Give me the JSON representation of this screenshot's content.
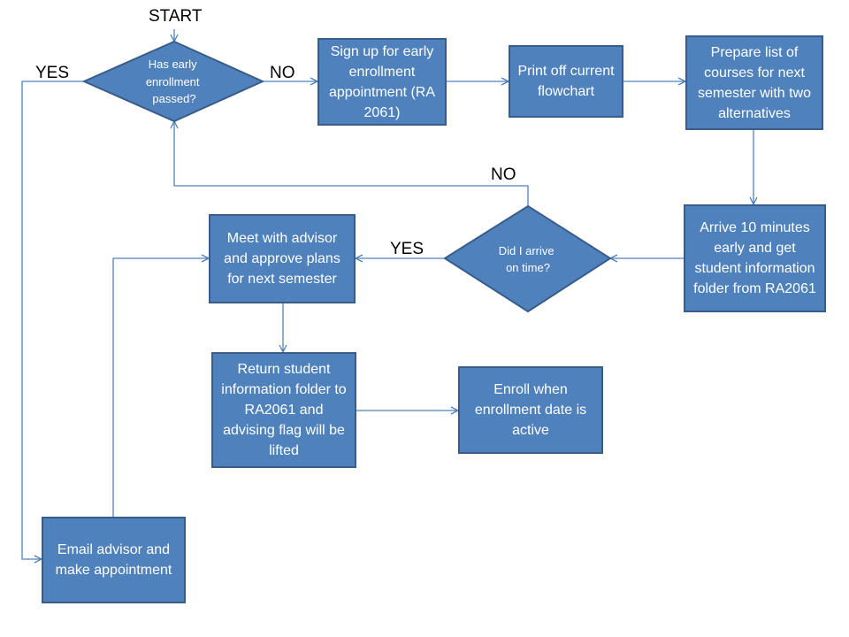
{
  "labels": {
    "start": "START",
    "yes_left": "YES",
    "no_top": "NO",
    "no_loop": "NO",
    "yes_mid": "YES"
  },
  "decisions": {
    "early": [
      "Has early",
      "enrollment",
      "passed?"
    ],
    "ontime": [
      "Did I arrive",
      "on time?"
    ]
  },
  "boxes": {
    "signup": "Sign up for early enrollment appointment (RA 2061)",
    "print": "Print off current flowchart",
    "prepare": "Prepare list of courses for next semester with two alternatives",
    "arrive": "Arrive 10 minutes early and get student information folder from RA2061",
    "meet": "Meet with advisor and approve plans for next semester",
    "return": "Return student information folder to RA2061 and advising flag will be lifted",
    "enroll": "Enroll when enrollment date is active",
    "email": "Email advisor and make appointment"
  },
  "colors": {
    "fill": "#4f81bd",
    "stroke": "#385d8a",
    "line": "#4f81bd"
  }
}
